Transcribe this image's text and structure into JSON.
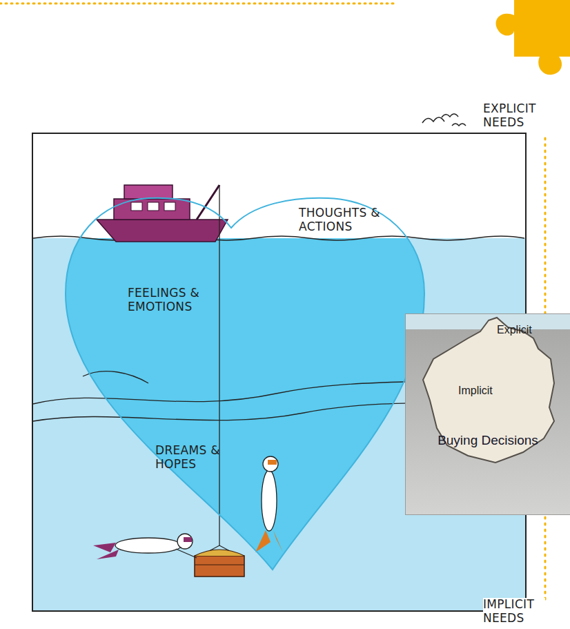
{
  "diagram": {
    "nodes": [
      {
        "text": [
          "THOUGHTS & ACTIONS",
          "FEELINGS & EMOTIONS",
          "DREAMS & HOPES"
        ]
      },
      {
        "text": [
          "Buying Decisions"
        ]
      },
      {
        "text": [
          "Explicit",
          "Implicit"
        ],
        "in": 1
      }
    ],
    "labels": [
      "EXPLICIT NEEDS",
      "IMPLICIT NEEDS"
    ]
  }
}
